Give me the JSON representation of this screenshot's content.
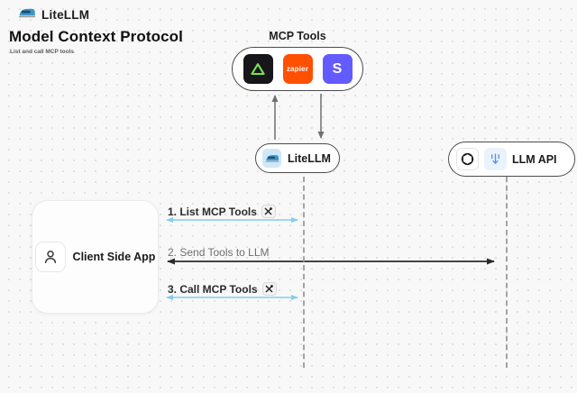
{
  "header": {
    "brand": "LiteLLM",
    "title": "Model Context Protocol",
    "subtitle": "List and call MCP tools"
  },
  "diagram": {
    "mcp_tools": {
      "label": "MCP Tools",
      "icons": [
        {
          "name": "triangle-tool-icon",
          "bg": "#17171b"
        },
        {
          "name": "zapier-icon",
          "bg": "#ff4f00",
          "text": "zapier"
        },
        {
          "name": "s-tool-icon",
          "bg": "#635bff",
          "text": "S"
        }
      ]
    },
    "litellm_node": {
      "label": "LiteLLM"
    },
    "llm_api_node": {
      "label": "LLM API"
    },
    "client_node": {
      "label": "Client Side App"
    },
    "messages": [
      {
        "label": "1. List MCP Tools",
        "tools_icon": true
      },
      {
        "label": "2. Send Tools to LLM",
        "tools_icon": false
      },
      {
        "label": "3. Call MCP Tools",
        "tools_icon": true
      }
    ],
    "colors": {
      "arrow_blue": "#85ccee",
      "arrow_dark": "#2b2b2b",
      "arrow_gray": "#6f6f6f",
      "zapier_orange": "#ff4f00",
      "s_purple": "#635bff",
      "triangle_green": "#7de24e",
      "litellm_blue": "#3f97c7",
      "background": "#f8f8f8"
    }
  }
}
